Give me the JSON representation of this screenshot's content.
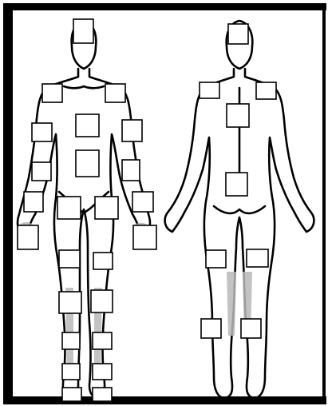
{
  "diagram": {
    "frame_color": "#000000",
    "line_color": "#000000",
    "shade_color": "#b8b8b8",
    "box_fill": "#ffffff",
    "views": [
      {
        "view": "front",
        "regions": [
          "head",
          "shoulder-right",
          "shoulder-left",
          "upper-arm-right",
          "chest",
          "upper-arm-left",
          "elbow-right",
          "abdomen",
          "elbow-left",
          "forearm-right",
          "thigh-right",
          "thigh-left",
          "forearm-left",
          "hand-right",
          "hand-left",
          "knee-right",
          "knee-left",
          "shin-upper-right",
          "shin-upper-left",
          "shin-lower-right",
          "shin-lower-left",
          "ankle-right",
          "ankle-left",
          "foot-right",
          "foot-left"
        ]
      },
      {
        "view": "back",
        "regions": [
          "head",
          "shoulder-left",
          "shoulder-right",
          "upper-back",
          "lower-back",
          "hamstring-left",
          "hamstring-right",
          "calf-left",
          "calf-right"
        ]
      }
    ]
  }
}
